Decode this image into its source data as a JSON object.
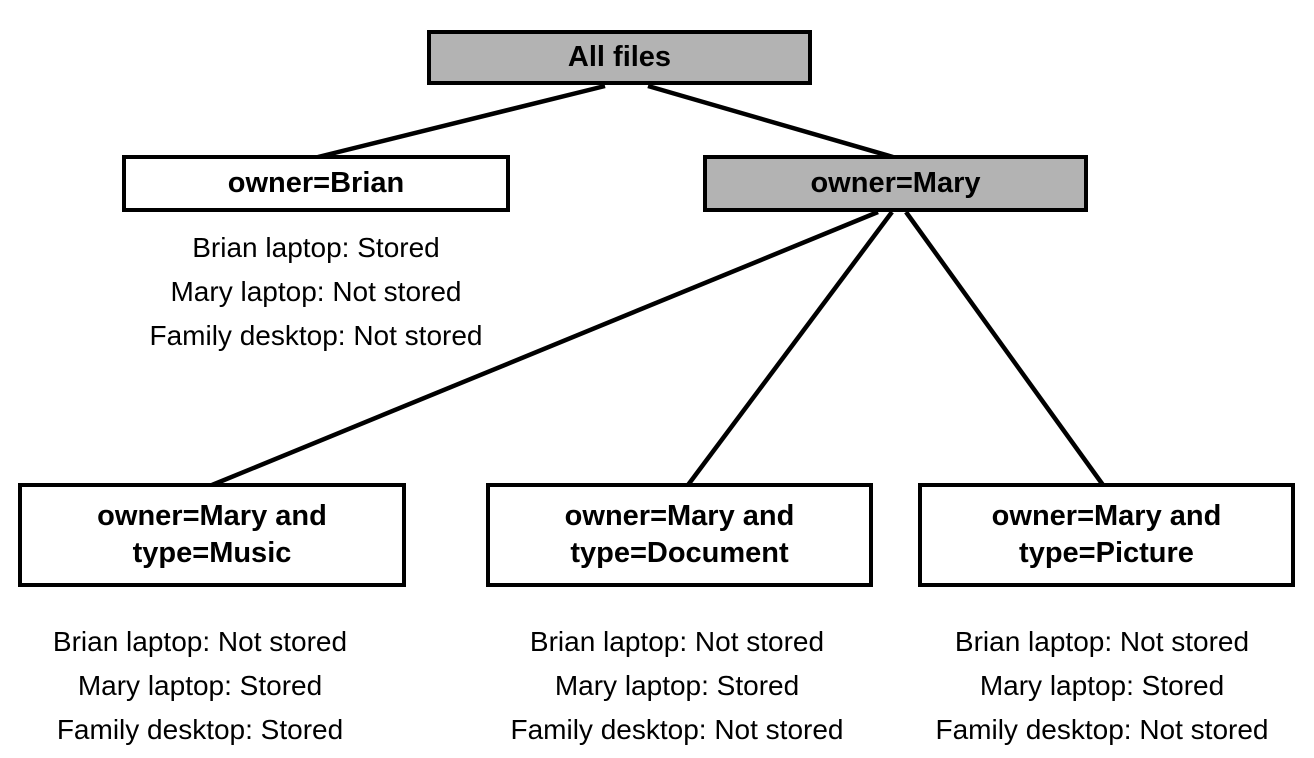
{
  "colors": {
    "highlighted_node_fill": "#b3b3b3",
    "node_border": "#000000",
    "edge": "#000000",
    "background": "#ffffff"
  },
  "nodes": {
    "root": {
      "label": "All files"
    },
    "brian": {
      "label": "owner=Brian",
      "storage": [
        "Brian laptop: Stored",
        "Mary laptop: Not stored",
        "Family desktop: Not stored"
      ]
    },
    "mary": {
      "label": "owner=Mary"
    },
    "music": {
      "label_line1": "owner=Mary and",
      "label_line2": "type=Music",
      "storage": [
        "Brian laptop: Not stored",
        "Mary laptop: Stored",
        "Family desktop: Stored"
      ]
    },
    "document": {
      "label_line1": "owner=Mary and",
      "label_line2": "type=Document",
      "storage": [
        "Brian laptop: Not stored",
        "Mary laptop: Stored",
        "Family desktop: Not stored"
      ]
    },
    "picture": {
      "label_line1": "owner=Mary and",
      "label_line2": "type=Picture",
      "storage": [
        "Brian laptop: Not stored",
        "Mary laptop: Stored",
        "Family desktop: Not stored"
      ]
    }
  }
}
